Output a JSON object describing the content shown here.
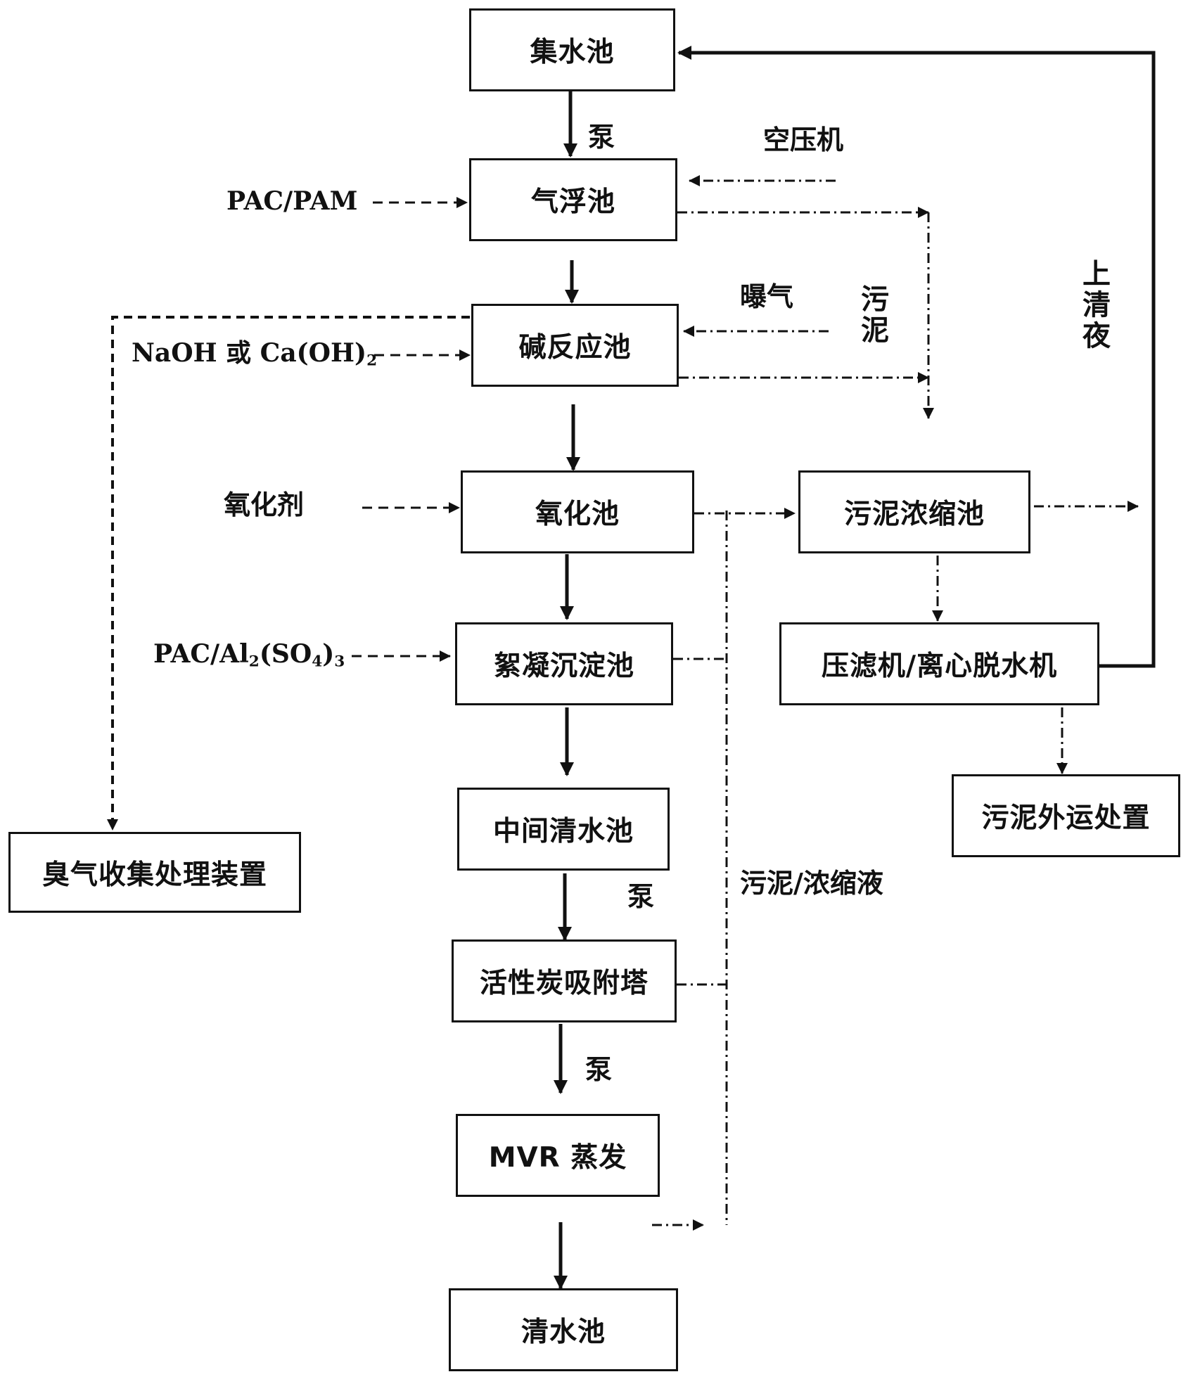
{
  "boxes": {
    "collection_tank": "集水池",
    "flotation_tank": "气浮池",
    "alkali_reaction_tank": "碱反应池",
    "oxidation_tank": "氧化池",
    "flocculation_tank": "絮凝沉淀池",
    "intermediate_tank": "中间清水池",
    "carbon_tower": "活性炭吸附塔",
    "mvr_evaporation": "MVR 蒸发",
    "clear_water_tank": "清水池",
    "odor_device": "臭气收集处理装置",
    "sludge_thickener": "污泥浓缩池",
    "filter_press": "压滤机/离心脱水机",
    "sludge_disposal": "污泥外运处置"
  },
  "labels": {
    "pump_1": "泵",
    "pump_2": "泵",
    "pump_3": "泵",
    "air_compressor": "空压机",
    "aeration": "曝气",
    "pac_pam": "PAC/PAM",
    "naoh_prefix": "NaOH 或 Ca(OH)",
    "naoh_sub": "2",
    "oxidant": "氧化剂",
    "pac_al_prefix": "PAC/Al",
    "pac_al_sub1": "2",
    "pac_al_mid": "(SO",
    "pac_al_sub2": "4",
    "pac_al_close": ")",
    "pac_al_sub3": "3",
    "sludge_concentrate": "污泥/浓缩液",
    "sludge_vertical": [
      "污",
      "泥"
    ],
    "supernatant_vertical": [
      "上",
      "清",
      "夜"
    ]
  },
  "line_styles": {
    "main_flow": "solid",
    "reagent_feed": "dashed",
    "sludge_flow": "dash-dot",
    "air_flow": "dash-dot"
  }
}
